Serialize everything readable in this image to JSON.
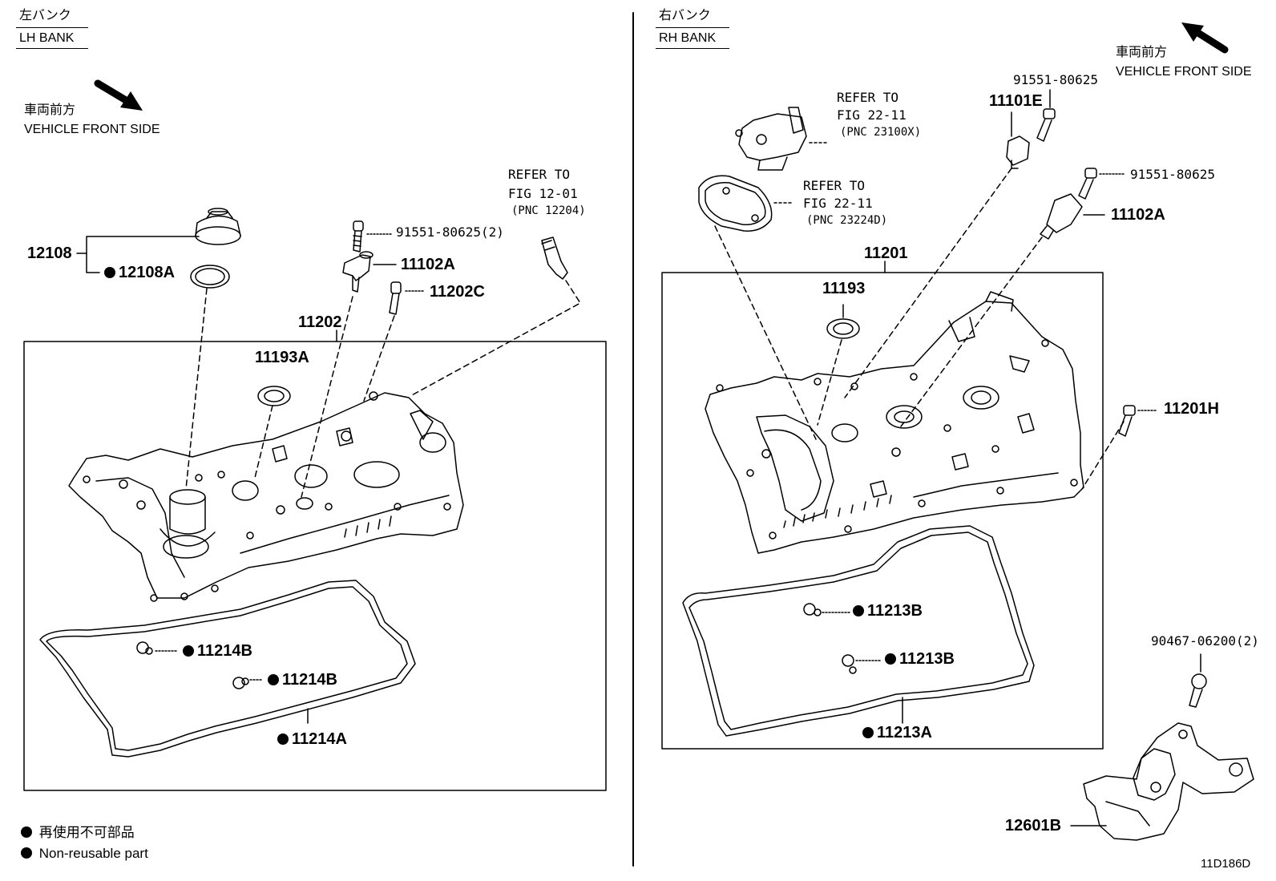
{
  "lh": {
    "bank_jp": "左バンク",
    "bank_en": "LH BANK",
    "front_jp": "車両前方",
    "front_en": "VEHICLE FRONT SIDE",
    "refer_line1": "REFER TO",
    "refer_line2": "FIG 12-01",
    "refer_pnc": "(PNC 12204)",
    "parts": {
      "p12108": "12108",
      "p12108A": "12108A",
      "p91551_2": "91551-80625(2)",
      "p11102A": "11102A",
      "p11202C": "11202C",
      "p11202": "11202",
      "p11193A": "11193A",
      "p11214B_1": "11214B",
      "p11214B_2": "11214B",
      "p11214A": "11214A"
    }
  },
  "rh": {
    "bank_jp": "右バンク",
    "bank_en": "RH BANK",
    "front_jp": "車両前方",
    "front_en": "VEHICLE FRONT SIDE",
    "refer1_line1": "REFER TO",
    "refer1_line2": "FIG 22-11",
    "refer1_pnc": "(PNC 23100X)",
    "refer2_line1": "REFER TO",
    "refer2_line2": "FIG 22-11",
    "refer2_pnc": "(PNC 23224D)",
    "parts": {
      "p91551_a": "91551-80625",
      "p11101E": "11101E",
      "p91551_b": "91551-80625",
      "p11102A": "11102A",
      "p11201": "11201",
      "p11193": "11193",
      "p11201H": "11201H",
      "p11213B_1": "11213B",
      "p11213B_2": "11213B",
      "p11213A": "11213A",
      "p90467": "90467-06200(2)",
      "p12601B": "12601B"
    }
  },
  "legend": {
    "jp": "再使用不可部品",
    "en": "Non-reusable part"
  },
  "figure_id": "11D186D"
}
